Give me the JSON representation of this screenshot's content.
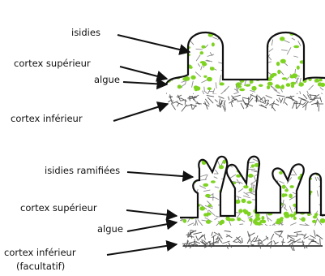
{
  "top_panel": {
    "labels": {
      "isidies": "isidies",
      "cortex_superieur": "cortex supérieur",
      "algue": "algue",
      "cortex_inferieur": "cortex inférieur"
    }
  },
  "bottom_panel": {
    "labels": {
      "isidies_ramifiees": "isidies ramifiées",
      "cortex_superieur": "cortex supérieur",
      "algue": "algue",
      "cortex_inferieur": "cortex inférieur",
      "facultatif": "(facultatif)"
    }
  },
  "colors": {
    "outline": "#111111",
    "algae": "#7ed321",
    "hyphae": "#8a8a8a",
    "background": "#ffffff"
  }
}
